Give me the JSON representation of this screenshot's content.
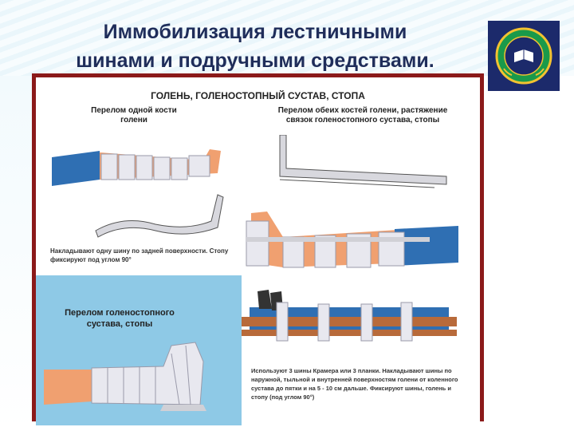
{
  "slide": {
    "title_line1": "Иммобилизация лестничными",
    "title_line2": "шинами и подручными средствами."
  },
  "logo": {
    "icon": "school-emblem-icon",
    "colors": {
      "background": "#1c2a6b",
      "accent": "#1a9a4a",
      "ring": "#f2c230"
    }
  },
  "poster": {
    "header": "ГОЛЕНЬ, ГОЛЕНОСТОПНЫЙ СУСТАВ, СТОПА",
    "panel1_caption": "Перелом одной кости голени",
    "panel1_note": "Накладывают одну шину по задней поверхности. Стопу фиксируют под углом 90°",
    "panel2_caption": "Перелом обеих костей голени, растяжение связок голеностопного сустава, стопы",
    "panel3_caption": "Перелом голеностопного сустава, стопы",
    "panel4_note": "Используют 3 шины Крамера или 3 планки. Накладывают шины по наружной, тыльной и внутренней поверхностям голени от коленного сустава до пятки и на 5 - 10 см дальше. Фиксируют шины, голень и стопу (под углом 90°)",
    "colors": {
      "frame": "#8b1a1a",
      "skin": "#f0a070",
      "bandage": "#e8e8ef",
      "cloth": "#2f6fb3",
      "panel": "#8ec9e6",
      "splint": "#b86a3a"
    }
  }
}
